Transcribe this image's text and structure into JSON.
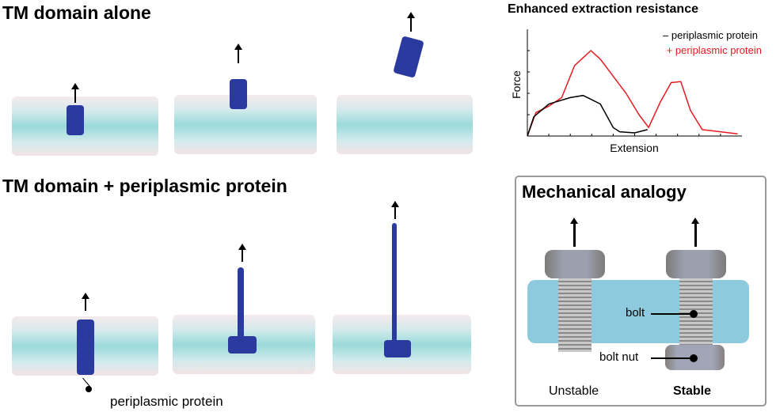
{
  "left": {
    "title_top": "TM domain alone",
    "title_bottom": "TM domain + periplasmic protein",
    "periplasmic_label": "periplasmic protein"
  },
  "chart_data": {
    "type": "line",
    "title": "Enhanced extraction resistance",
    "xlabel": "Extension",
    "ylabel": "Force",
    "xlim": [
      0,
      10
    ],
    "ylim": [
      0,
      5
    ],
    "legend_placement": "top-right",
    "series": [
      {
        "name": "– periplasmic protein",
        "color": "#000000",
        "x": [
          0,
          0.3,
          1,
          2,
          2.6,
          3,
          3.4,
          4,
          4.3,
          5,
          5.6
        ],
        "y": [
          0,
          0.9,
          1.5,
          1.8,
          1.9,
          1.7,
          1.5,
          0.4,
          0.2,
          0.15,
          0.3
        ]
      },
      {
        "name": "+ periplasmic protein",
        "color": "#e8191f",
        "x": [
          0,
          0.4,
          1,
          1.6,
          2.2,
          2.96,
          3.4,
          4,
          4.6,
          5.2,
          5.65,
          6.2,
          6.7,
          7.15,
          7.6,
          8.15,
          9,
          9.8
        ],
        "y": [
          0,
          1.1,
          1.4,
          1.8,
          3.3,
          4.0,
          3.6,
          2.8,
          2.0,
          1.0,
          0.4,
          1.6,
          2.5,
          2.55,
          1.2,
          0.3,
          0.2,
          0.1
        ]
      }
    ]
  },
  "analogy": {
    "title": "Mechanical analogy",
    "bolt_label": "bolt",
    "nut_label": "bolt nut",
    "unstable_label": "Unstable",
    "stable_label": "Stable"
  }
}
